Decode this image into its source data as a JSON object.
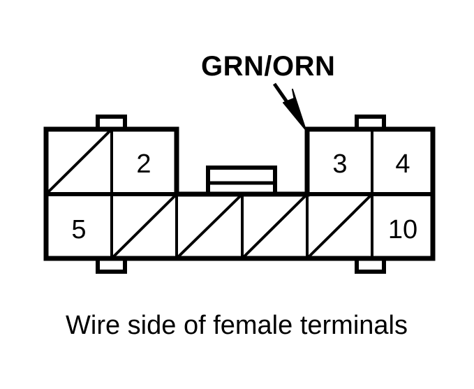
{
  "diagram": {
    "title_label": "GRN/ORN",
    "caption": "Wire side of female terminals",
    "colors": {
      "stroke": "#000000",
      "background": "#ffffff",
      "text": "#000000"
    },
    "connector": {
      "rows": [
        {
          "name": "top-row",
          "cells": [
            {
              "pin": "1",
              "label": "",
              "filled_diagonal": true
            },
            {
              "pin": "2",
              "label": "2",
              "filled_diagonal": false
            },
            {
              "pin": "3",
              "label": "3",
              "filled_diagonal": false
            },
            {
              "pin": "4",
              "label": "4",
              "filled_diagonal": false
            }
          ]
        },
        {
          "name": "bottom-row",
          "cells": [
            {
              "pin": "5",
              "label": "5",
              "filled_diagonal": false
            },
            {
              "pin": "6",
              "label": "",
              "filled_diagonal": true
            },
            {
              "pin": "7",
              "label": "",
              "filled_diagonal": true
            },
            {
              "pin": "8",
              "label": "",
              "filled_diagonal": true
            },
            {
              "pin": "9",
              "label": "",
              "filled_diagonal": true
            },
            {
              "pin": "10",
              "label": "10",
              "filled_diagonal": false
            }
          ]
        }
      ],
      "mounting_tabs": [
        {
          "name": "top-left-tab"
        },
        {
          "name": "top-right-tab"
        },
        {
          "name": "bottom-left-tab"
        },
        {
          "name": "bottom-right-tab"
        }
      ],
      "center_keyway": {
        "name": "center-keyway"
      }
    },
    "pointer": {
      "name": "wire-callout-arrow",
      "points_to_pin": "3"
    }
  }
}
